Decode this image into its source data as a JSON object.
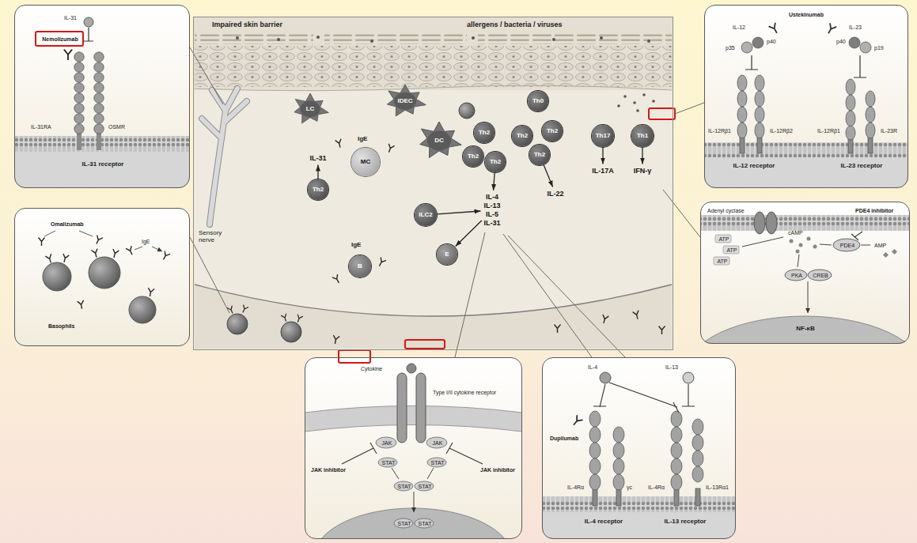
{
  "diagram": {
    "nodes": [
      {
        "text": [
          "Impaired skin barrier",
          "allergens / bacteria / viruses",
          "Sensory nerve",
          "IgE",
          "IgE"
        ]
      },
      {
        "text": [
          "LC"
        ],
        "in": 0
      },
      {
        "text": [
          "IDEC"
        ],
        "in": 0
      },
      {
        "text": [
          "DC"
        ],
        "in": 0
      },
      {
        "text": [
          "Th0"
        ],
        "in": 0
      },
      {
        "text": [
          "Th2"
        ],
        "in": 0
      },
      {
        "text": [
          "IL-31"
        ],
        "in": 0
      },
      {
        "text": [
          "MC"
        ],
        "in": 0
      },
      {
        "text": [
          "Th2"
        ],
        "in": 0
      },
      {
        "text": [
          "Th2"
        ],
        "in": 0
      },
      {
        "text": [
          "Th2"
        ],
        "in": 0
      },
      {
        "text": [
          "Th2"
        ],
        "in": 0
      },
      {
        "text": [
          "Th2"
        ],
        "in": 0
      },
      {
        "text": [
          "Th2"
        ],
        "in": 0
      },
      {
        "text": [
          "Th17"
        ],
        "in": 0
      },
      {
        "text": [
          "IL-17A"
        ],
        "in": 0
      },
      {
        "text": [
          "Th1"
        ],
        "in": 0
      },
      {
        "text": [
          "IFN-γ"
        ],
        "in": 0
      },
      {
        "text": [
          "ILC2"
        ],
        "in": 0
      },
      {
        "text": [
          "IL-4",
          "IL-13",
          "IL-5",
          "IL-31"
        ],
        "in": 0
      },
      {
        "text": [
          "IL-22"
        ],
        "in": 0
      },
      {
        "text": [
          "E"
        ],
        "in": 0
      },
      {
        "text": [
          "B"
        ],
        "in": 0
      },
      {
        "text": [
          "IL-31",
          "Nemolizumab",
          "IL-31RA",
          "OSMR",
          "IL-31 receptor"
        ]
      },
      {
        "text": [
          "Omalizumab",
          "IgE",
          "Basophils"
        ]
      },
      {
        "text": [
          "Ustekinumab",
          "IL-12",
          "p35",
          "p40",
          "IL-23",
          "p40",
          "p19",
          "IL-12Rβ1",
          "IL-12Rβ2",
          "IL-12 receptor",
          "IL-12Rβ1",
          "IL-23R",
          "IL-23 receptor"
        ]
      },
      {
        "text": [
          "Adenyl cyclase",
          "PDE4 inhibitor",
          "ATP",
          "ATP",
          "ATP",
          "cAMP",
          "PDE4",
          "AMP",
          "PKA",
          "CREB",
          "NF-κB"
        ]
      },
      {
        "text": [
          "Cytokine",
          "Type I/II cytokine receptor",
          "JAK",
          "JAK",
          "STAT",
          "STAT",
          "JAK inhibitor",
          "JAK inhibitor",
          "STAT",
          "STAT",
          "STAT",
          "STAT"
        ]
      },
      {
        "text": [
          "IL-4",
          "IL-13",
          "Dupilumab",
          "IL-4Rα",
          "γc",
          "IL-4Rα",
          "IL-13Rα1",
          "IL-4 receptor",
          "IL-13 receptor"
        ]
      }
    ],
    "edges": [
      {
        "from": 5,
        "to": 6,
        "arrow": "to"
      },
      {
        "from": 14,
        "to": 15,
        "arrow": "to"
      },
      {
        "from": 16,
        "to": 17,
        "arrow": "to"
      },
      {
        "from": 18,
        "to": 19,
        "arrow": "to"
      },
      {
        "from": 10,
        "to": 19,
        "arrow": "to"
      },
      {
        "from": 13,
        "to": 20,
        "arrow": "to"
      },
      {
        "from": 19,
        "to": 21,
        "arrow": "to"
      }
    ]
  }
}
